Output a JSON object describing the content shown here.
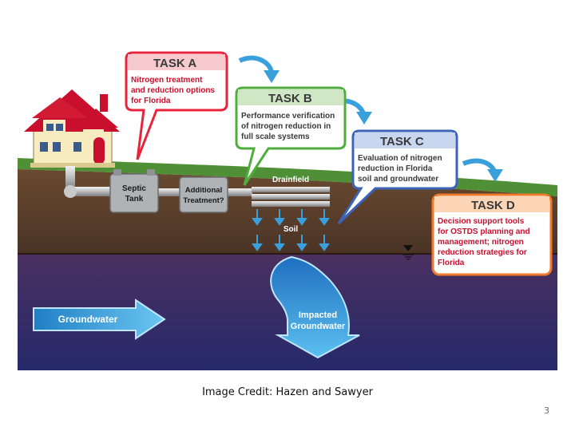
{
  "tasks": [
    {
      "title": "TASK A",
      "lines": [
        "Nitrogen treatment",
        "and reduction options",
        "for Florida"
      ],
      "color": "#e8243c"
    },
    {
      "title": "TASK B",
      "lines": [
        "Performance verification",
        "of nitrogen reduction in",
        "full scale systems"
      ],
      "color": "#4fae3b"
    },
    {
      "title": "TASK C",
      "lines": [
        "Evaluation of nitrogen",
        "reduction in Florida",
        "soil and groundwater"
      ],
      "color": "#3d63b8"
    },
    {
      "title": "TASK D",
      "lines": [
        "Decision support tools",
        "for OSTDS planning and",
        "management; nitrogen",
        "reduction strategies for",
        "Florida"
      ],
      "color": "#f07a2a"
    }
  ],
  "labels": {
    "septic": [
      "Septic",
      "Tank"
    ],
    "treatment": [
      "Additional",
      "Treatment?"
    ],
    "drainfield": "Drainfield",
    "soil": "Soil",
    "groundwater": "Groundwater",
    "impacted": [
      "Impacted",
      "Groundwater"
    ]
  },
  "caption": "Image Credit: Hazen and Sawyer",
  "page_number": "3",
  "colors": {
    "sky": "#ffffff",
    "grass": "#4f8f35",
    "soil": "#5b3e2b",
    "groundwater_top": "#4a3060",
    "groundwater_bottom": "#2a2f6e",
    "arrow_blue": "#3aa0dc"
  }
}
